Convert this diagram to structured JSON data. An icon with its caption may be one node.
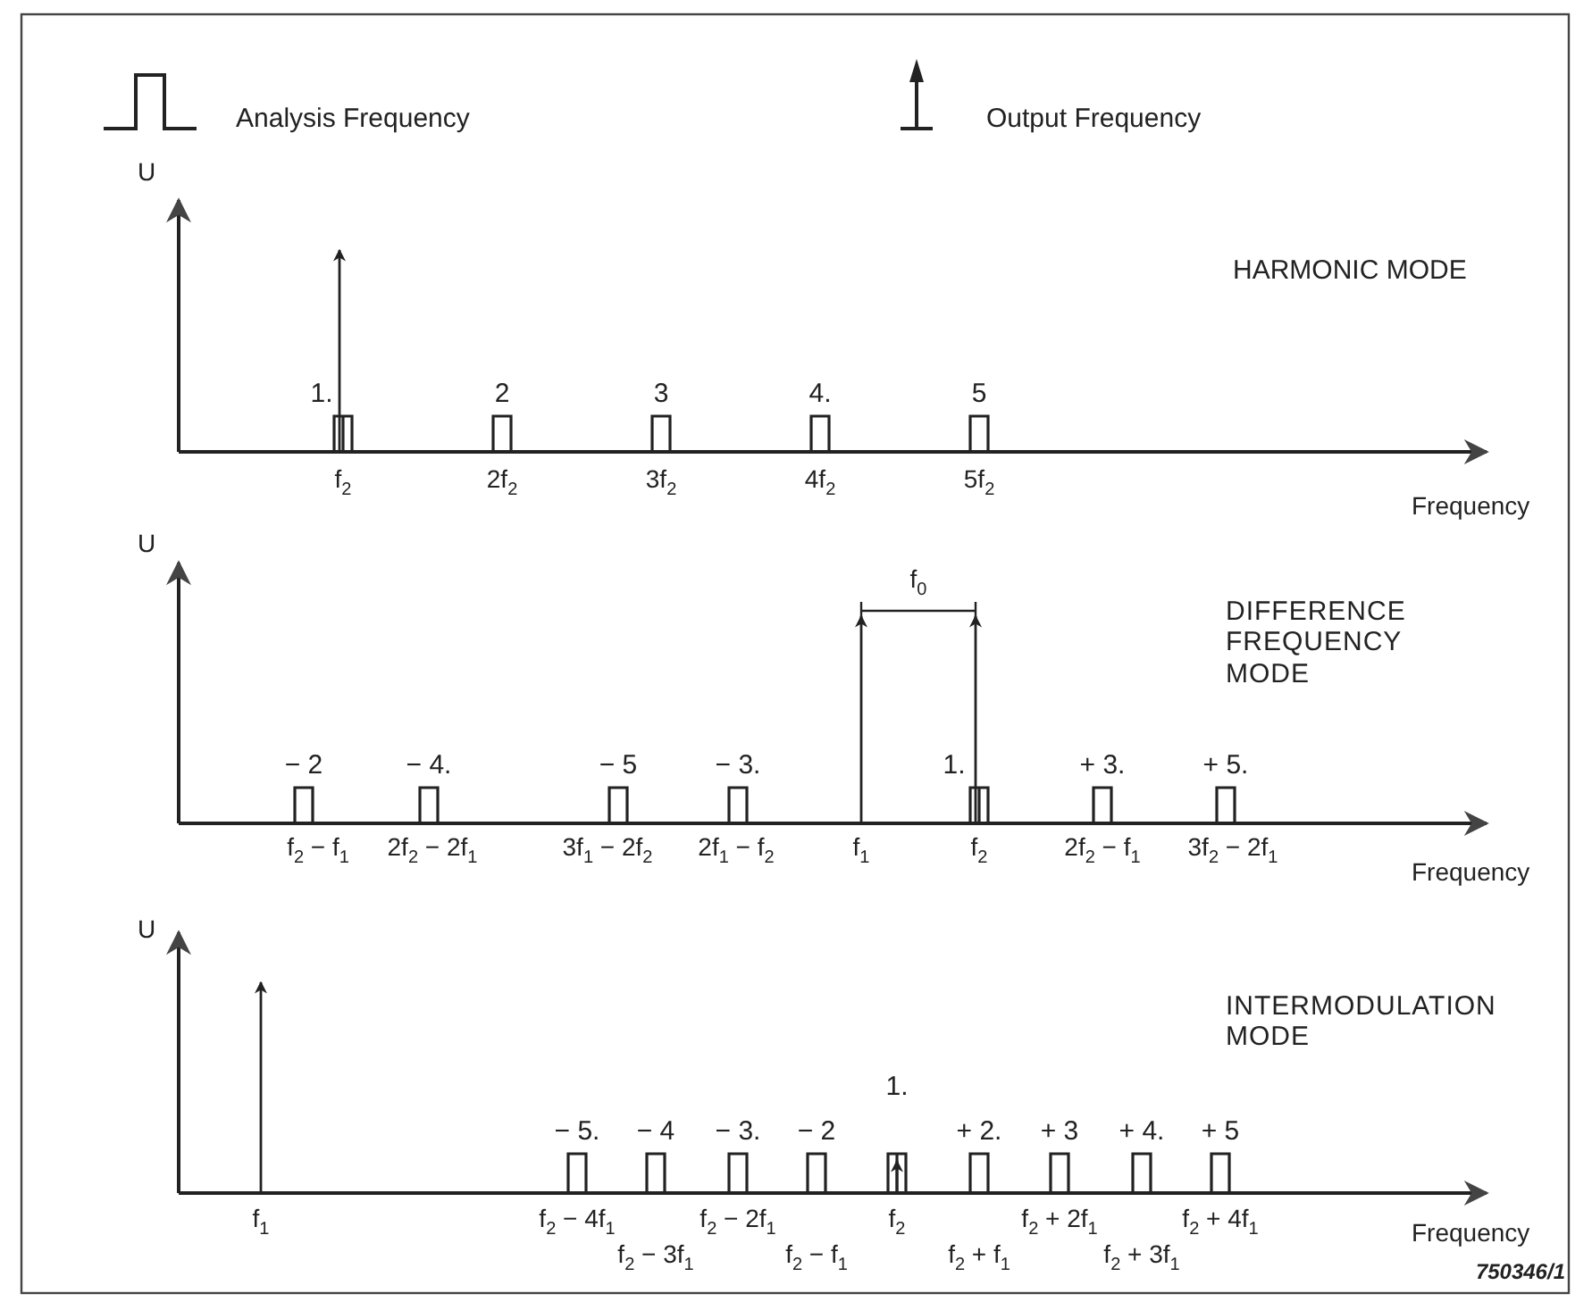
{
  "diagram": {
    "labels": [
      "U",
      "HARMONIC MODE",
      "1.",
      "2",
      "3",
      "4.",
      "5",
      "f$_{2}$",
      "2f$_{2}$",
      "3f$_{2}$",
      "4f$_{2}$",
      "5f$_{2}$",
      "Frequency",
      "U",
      "f$_{0}$",
      "DIFFERENCE FREQUENCY MODE",
      "− 2",
      "− 4.",
      "− 5",
      "− 3.",
      "1.",
      "+ 3.",
      "+ 5.",
      "f$_{2}$ − f$_{1}$",
      "2f$_{2}$ − 2f$_{1}$",
      "3f$_{1}$ − 2f$_{2}$",
      "2f$_{1}$ − f$_{2}$",
      "f$_{1}$",
      "f$_{2}$",
      "2f$_{2}$ − f$_{1}$",
      "3f$_{2}$ − 2f$_{1}$",
      "Frequency",
      "U",
      "INTERMODULATION MODE",
      "1.",
      "− 5.",
      "− 4",
      "− 3.",
      "− 2",
      "+ 2.",
      "+ 3",
      "+ 4.",
      "+ 5",
      "f$_{1}$",
      "f$_{2}$ − 4f$_{1}$",
      "f$_{2}$ − 2f$_{1}$",
      "f$_{2}$",
      "f$_{2}$ + 2f$_{1}$",
      "f$_{2}$ + 4f$_{1}$",
      "Frequency",
      "f$_{2}$ − 3f$_{1}$",
      "f$_{2}$ − f$_{1}$",
      "f$_{2}$ + f$_{1}$",
      "f$_{2}$ + 3f$_{1}$",
      "750346/1"
    ],
    "legend": [
      {
        "text": "Analysis Frequency"
      },
      {
        "text": "Output Frequency"
      }
    ]
  }
}
